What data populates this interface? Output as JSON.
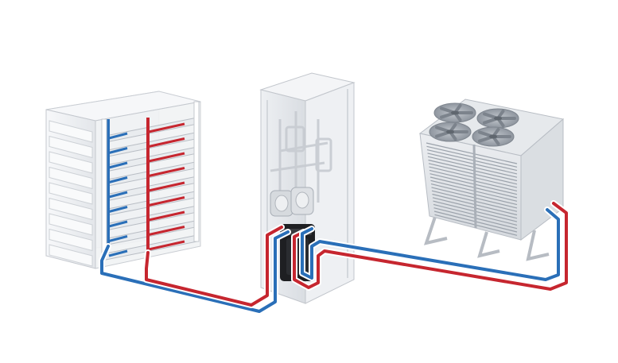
{
  "diagram": {
    "description_text": "",
    "colors": {
      "supply_pipe": "#c6262f",
      "return_pipe": "#2a6fb8",
      "pipe_outline": "#ffffff",
      "equipment_light": "#f3f4f6",
      "equipment_mid": "#e2e4e8",
      "equipment_dark": "#c8ccd2",
      "edge": "#a9aeb6",
      "coil": "#9aa1aa",
      "fan_blade": "#7c838c",
      "pump_dark": "#1e1f22"
    },
    "components": [
      {
        "id": "server-rack",
        "icon": "server-rack-icon"
      },
      {
        "id": "coolant-distribution-unit",
        "icon": "cdu-cabinet-icon"
      },
      {
        "id": "dry-cooler",
        "icon": "dry-cooler-icon"
      }
    ],
    "loops": [
      {
        "id": "secondary-loop",
        "connects": [
          "server-rack",
          "coolant-distribution-unit"
        ]
      },
      {
        "id": "primary-loop",
        "connects": [
          "coolant-distribution-unit",
          "dry-cooler"
        ]
      }
    ],
    "rack_shelves": 9,
    "fan_count": 4
  }
}
